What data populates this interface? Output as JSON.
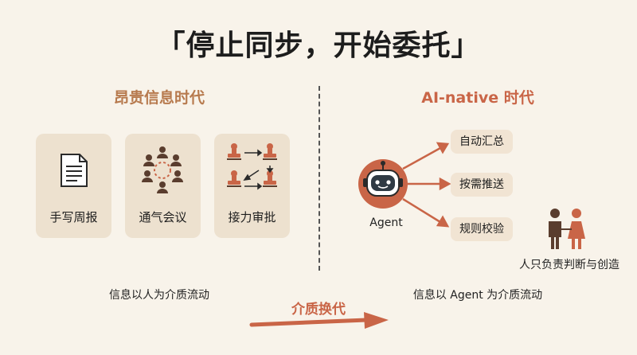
{
  "title": "「停止同步，开始委托」",
  "left": {
    "heading": "昂贵信息时代",
    "cards": [
      {
        "label": "手写周报",
        "icon": "document-icon"
      },
      {
        "label": "通气会议",
        "icon": "meeting-circle-icon"
      },
      {
        "label": "接力审批",
        "icon": "stamp-relay-icon"
      }
    ],
    "caption": "信息以人为介质流动"
  },
  "right": {
    "heading": "AI-native 时代",
    "agent_label": "Agent",
    "tasks": [
      "自动汇总",
      "按需推送",
      "规则校验"
    ],
    "people_label": "人只负责判断与创造",
    "caption": "信息以 Agent 为介质流动"
  },
  "transition_label": "介质换代",
  "colors": {
    "background": "#f8f3ea",
    "card": "#ede1cf",
    "accent": "#c96547",
    "left_heading": "#b77a4e",
    "dark_brown": "#5a3d2e"
  }
}
